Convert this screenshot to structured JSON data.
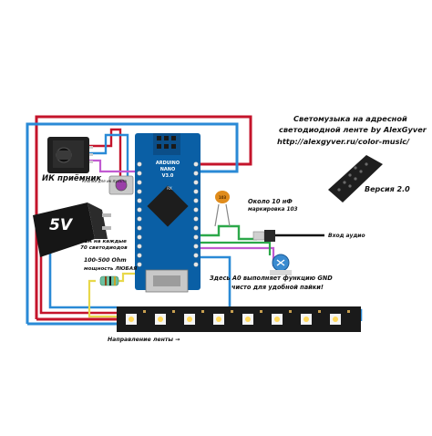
{
  "title": {
    "line1": "Светомузыка на адресной",
    "line2": "светодиодной ленте by AlexGyver",
    "line3": "http://alexgyver.ru/color-music/"
  },
  "ir_receiver": {
    "label": "ИК приёмник",
    "note": "Кнопки для ик пульта"
  },
  "power_supply": {
    "voltage": "5V",
    "note_line1": "~1А на каждые",
    "note_line2": "70 светодиодов"
  },
  "arduino": {
    "line1": "ARDUINO",
    "line2": "NANO",
    "line3": "V3.0",
    "chip": "RX"
  },
  "capacitor": {
    "code": "103",
    "label_line1": "Около 10 нФ",
    "label_line2": "маркировка 103"
  },
  "audio": {
    "label": "Вход аудио"
  },
  "resistor": {
    "label_line1": "100-500 Ohm",
    "label_line2": "мощность ЛЮБАЯ"
  },
  "potentiometer": {
    "note_line1": "Здесь А0 выполняет функцию GND",
    "note_line2": "чисто для удобной пайки!"
  },
  "led_strip": {
    "label": "Направление ленты →"
  },
  "remote": {
    "label": "Версия 2.0"
  },
  "colors": {
    "red": "#c4142b",
    "blue": "#2a8ad6",
    "arduino": "#0a5fa5",
    "green": "#2ca84a",
    "strip": "#1a1a1a",
    "yellow": "#e8d84a"
  }
}
